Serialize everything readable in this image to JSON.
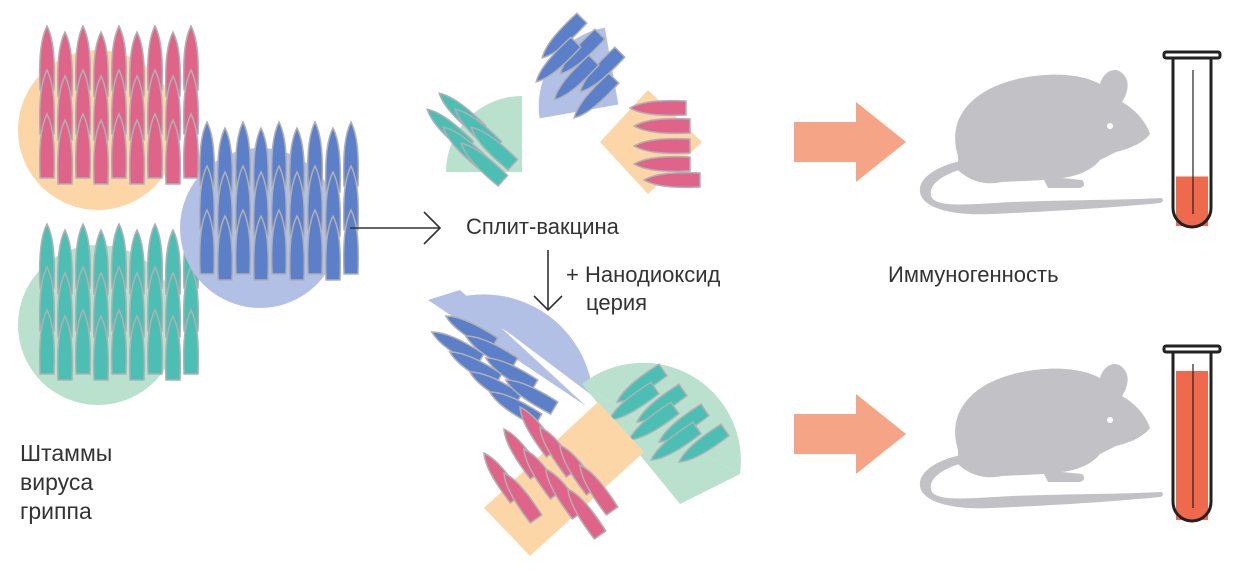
{
  "labels": {
    "strains_line1": "Штаммы",
    "strains_line2": "вируса",
    "strains_line3": "гриппа",
    "split_vaccine": "Сплит-вакцина",
    "nano_line1": "+ Нанодиоксид",
    "nano_line2": "церия",
    "immunogenicity": "Иммуногенность"
  },
  "colors": {
    "pink": "#e0648a",
    "teal": "#4bbfb3",
    "blue": "#5b7fc8",
    "peach_bg": "#fdd6a8",
    "mint_bg": "#b9e1cd",
    "lavender_bg": "#b3c0e6",
    "arrow": "#f5a485",
    "mouse": "#c2c2c6",
    "blood": "#ef6a4c",
    "outline": "#b0b0b4"
  },
  "test_tubes": {
    "top_fill_fraction": 0.25,
    "bottom_fill_fraction": 0.88
  }
}
